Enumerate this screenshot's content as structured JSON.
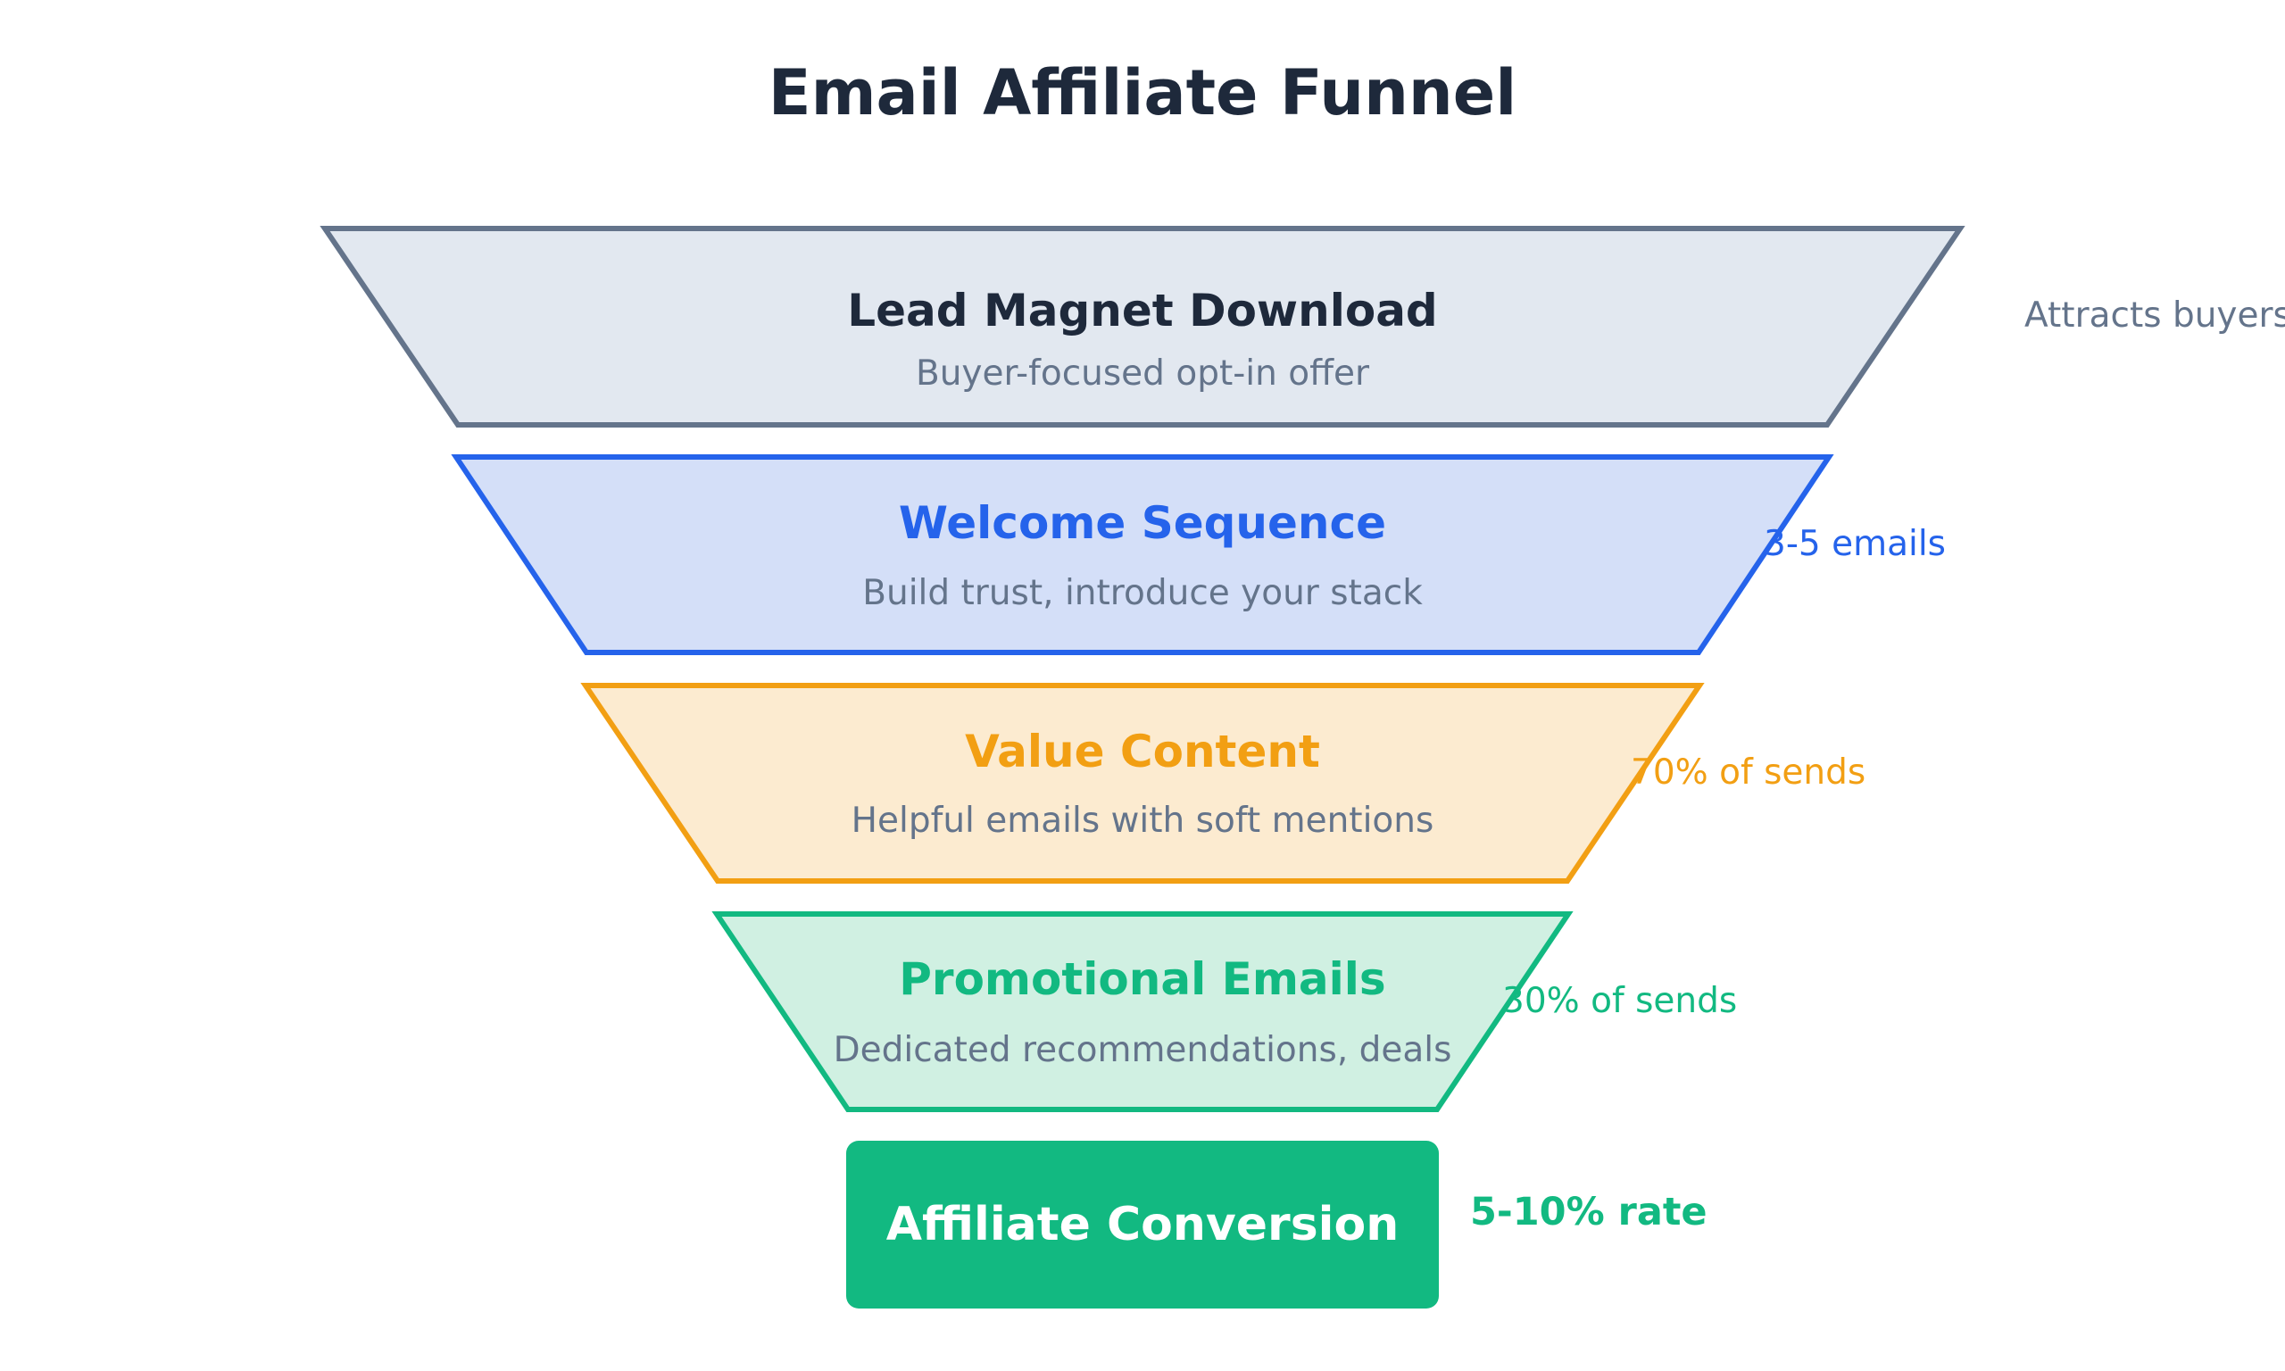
{
  "title": "Email Affiliate Funnel",
  "stages": [
    {
      "title": "Lead Magnet Download",
      "subtitle": "Buyer-focused opt-in offer",
      "note": "Attracts buyers",
      "fill": "#e2e8f0",
      "stroke": "#64748b",
      "title_color": "#1e293b",
      "note_color": "#64748b"
    },
    {
      "title": "Welcome Sequence",
      "subtitle": "Build trust, introduce your stack",
      "note": "3-5 emails",
      "fill": "#d4dff8",
      "stroke": "#2563eb",
      "title_color": "#2563eb",
      "note_color": "#2563eb"
    },
    {
      "title": "Value Content",
      "subtitle": "Helpful emails with soft mentions",
      "note": "70% of sends",
      "fill": "#fcebd0",
      "stroke": "#f29f13",
      "title_color": "#f29f13",
      "note_color": "#f29f13"
    },
    {
      "title": "Promotional Emails",
      "subtitle": "Dedicated recommendations, deals",
      "note": "30% of sends",
      "fill": "#d0f0e2",
      "stroke": "#12b981",
      "title_color": "#12b981",
      "note_color": "#12b981"
    }
  ],
  "final": {
    "title": "Affiliate Conversion",
    "note": "5-10% rate",
    "fill": "#12b981",
    "note_color": "#12b981"
  }
}
